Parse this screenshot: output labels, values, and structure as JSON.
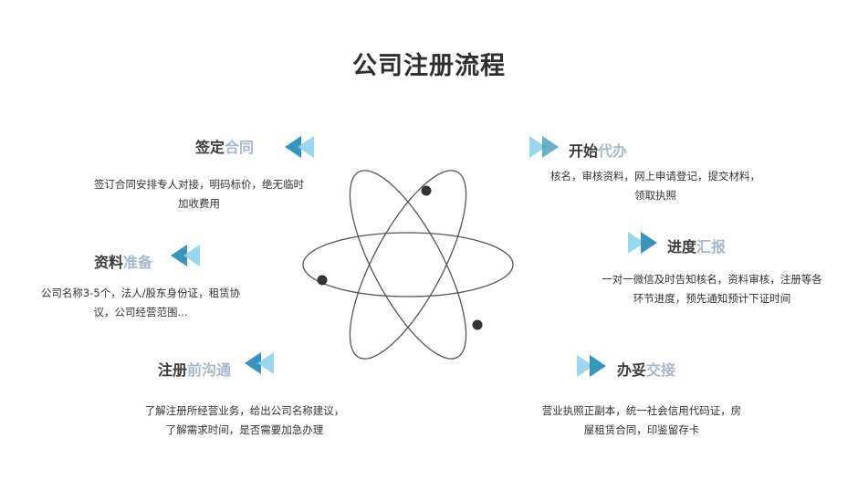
{
  "title": "公司注册流程",
  "colors": {
    "arrow_dark": "#3a93bb",
    "arrow_light": "#8dd4ec",
    "title_dark": "#3b3b3b",
    "title_light": "#a9b8c8",
    "orbit": "#555555",
    "electron": "#333333"
  },
  "left_steps": [
    {
      "title_dark": "签定",
      "title_light": "合同",
      "desc_line1": "签订合同安排专人对接，明码标价，绝无临时",
      "desc_line2": "加收费用",
      "arrow_icon": "double-left-arrow"
    },
    {
      "title_dark": "资料",
      "title_light": "准备",
      "desc_line1": "公司名称3-5个，法人/股东身份证，租赁协",
      "desc_line2": "议，公司经营范围...",
      "arrow_icon": "double-left-arrow"
    },
    {
      "title_dark": "注册",
      "title_light": "前沟通",
      "desc_line1": "了解注册所经营业务，给出公司名称建议，",
      "desc_line2": "了解需求时间，是否需要加急办理",
      "arrow_icon": "double-left-arrow"
    }
  ],
  "right_steps": [
    {
      "title_dark": "开始",
      "title_light": "代办",
      "desc_line1": "核名，审核资料，网上申请登记，提交材料，",
      "desc_line2": "领取执照",
      "arrow_icon": "double-right-arrow"
    },
    {
      "title_dark": "进度",
      "title_light": "汇报",
      "desc_line1": "一对一微信及时告知核名，资料审核，注册等各",
      "desc_line2": "环节进度，预先通知预计下证时间",
      "arrow_icon": "double-right-arrow"
    },
    {
      "title_dark": "办妥",
      "title_light": "交接",
      "desc_line1": "营业执照正副本，统一社会信用代码证，房",
      "desc_line2": "屋租赁合同，印鉴留存卡",
      "arrow_icon": "double-right-arrow"
    }
  ]
}
